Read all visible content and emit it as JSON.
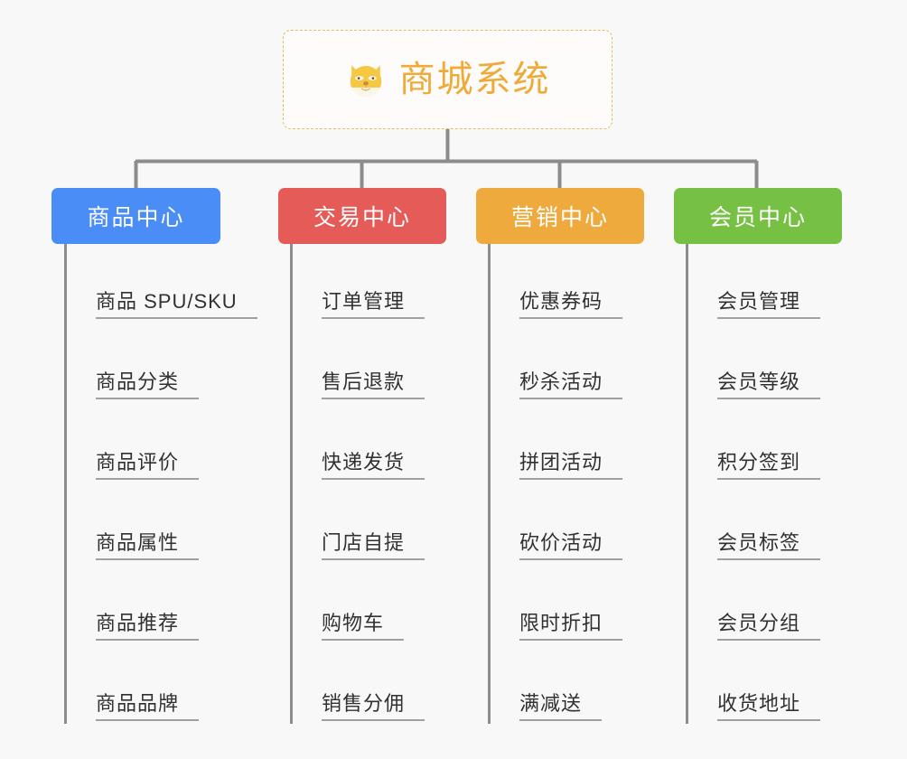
{
  "diagram": {
    "title": "商城系统",
    "type": "mindmap-org-chart",
    "background_color": "#f8f8f8",
    "root": {
      "label": "商城系统",
      "icon": "shiba-dog-face-icon",
      "border_color": "#e8b964",
      "text_color": "#efab3a",
      "background_color": "#fdfcfa"
    },
    "connector_color": "#8c8c8c",
    "branches": [
      {
        "label": "商品中心",
        "color": "#4a8df6",
        "items": [
          "商品 SPU/SKU",
          "商品分类",
          "商品评价",
          "商品属性",
          "商品推荐",
          "商品品牌"
        ]
      },
      {
        "label": "交易中心",
        "color": "#e55b58",
        "items": [
          "订单管理",
          "售后退款",
          "快递发货",
          "门店自提",
          "购物车",
          "销售分佣"
        ]
      },
      {
        "label": "营销中心",
        "color": "#eeaa3c",
        "items": [
          "优惠券码",
          "秒杀活动",
          "拼团活动",
          "砍价活动",
          "限时折扣",
          "满减送"
        ]
      },
      {
        "label": "会员中心",
        "color": "#76c044",
        "items": [
          "会员管理",
          "会员等级",
          "积分签到",
          "会员标签",
          "会员分组",
          "收货地址"
        ]
      }
    ]
  }
}
